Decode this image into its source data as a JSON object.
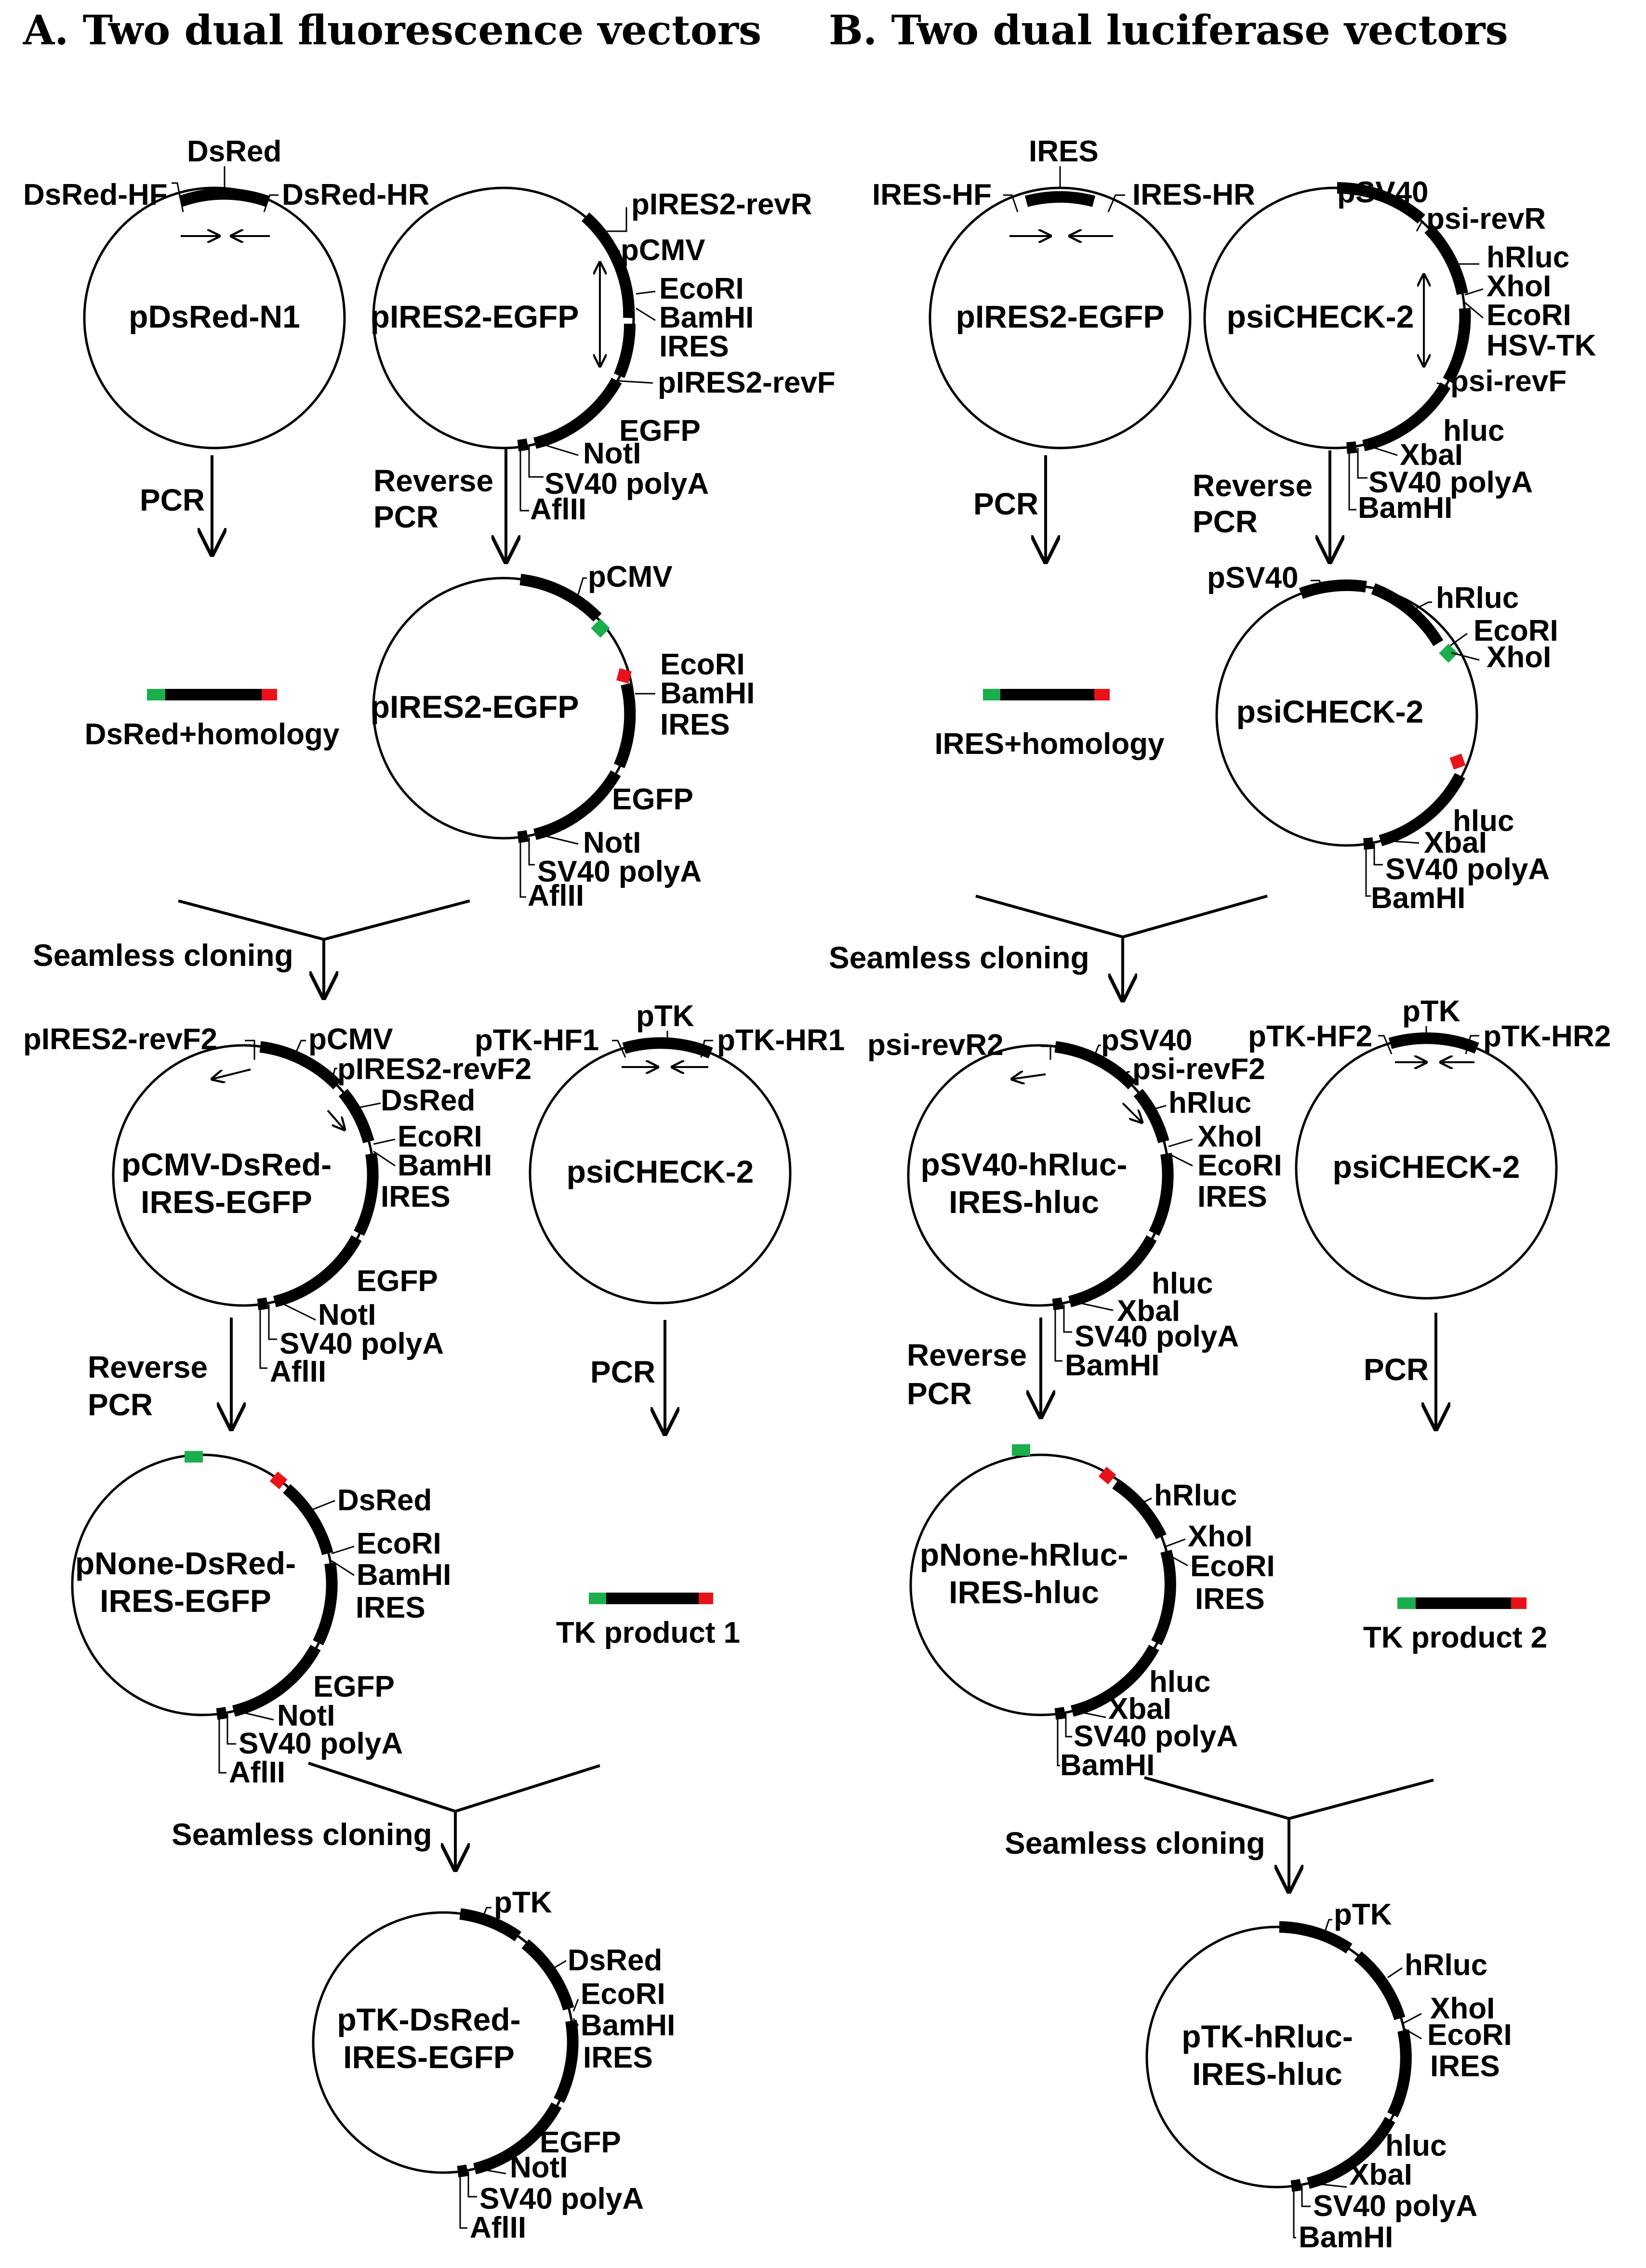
{
  "panels": {
    "a": {
      "title": "A. Two dual fluorescence vectors",
      "p1": {
        "name": "pDsRed-N1",
        "gene": "DsRed",
        "fwd_primer": "DsRed-HF",
        "rev_primer": "DsRed-HR"
      },
      "pcr1": "PCR",
      "product1": "DsRed+homology",
      "p2": {
        "name": "pIRES2-EGFP",
        "rev_primer": "pIRES2-revR",
        "promoter": "pCMV",
        "site1": "EcoRI",
        "site2": "BamHI",
        "ires": "IRES",
        "fwd_primer": "pIRES2-revF",
        "reporter": "EGFP",
        "site3": "NotI",
        "polya": "SV40 polyA",
        "site4": "AflII"
      },
      "rpcr1_a": "Reverse",
      "rpcr1_b": "PCR",
      "p3": {
        "name": "pIRES2-EGFP",
        "promoter": "pCMV",
        "site1": "EcoRI",
        "site2": "BamHI",
        "ires": "IRES",
        "reporter": "EGFP",
        "site3": "NotI",
        "polya": "SV40 polyA",
        "site4": "AflII"
      },
      "seamless1": "Seamless cloning",
      "p4": {
        "name_line1": "pCMV-DsRed-",
        "name_line2": "IRES-EGFP",
        "primer_left": "pIRES2-revF2",
        "promoter": "pCMV",
        "primer_right": "pIRES2-revF2",
        "gene": "DsRed",
        "site1": "EcoRI",
        "site2": "BamHI",
        "ires": "IRES",
        "reporter": "EGFP",
        "site3": "NotI",
        "polya": "SV40 polyA",
        "site4": "AflII"
      },
      "p5": {
        "name": "psiCHECK-2",
        "fwd_primer": "pTK-HF1",
        "promoter": "pTK",
        "rev_primer": "pTK-HR1"
      },
      "rpcr2_a": "Reverse",
      "rpcr2_b": "PCR",
      "pcr2": "PCR",
      "p6": {
        "name_line1": "pNone-DsRed-",
        "name_line2": "IRES-EGFP",
        "gene": "DsRed",
        "site1": "EcoRI",
        "site2": "BamHI",
        "ires": "IRES",
        "reporter": "EGFP",
        "site3": "NotI",
        "polya": "SV40 polyA",
        "site4": "AflII"
      },
      "product2": "TK product 1",
      "seamless2": "Seamless cloning",
      "p7": {
        "name_line1": "pTK-DsRed-",
        "name_line2": "IRES-EGFP",
        "promoter": "pTK",
        "gene": "DsRed",
        "site1": "EcoRI",
        "site2": "BamHI",
        "ires": "IRES",
        "reporter": "EGFP",
        "site3": "NotI",
        "polya": "SV40 polyA",
        "site4": "AflII"
      }
    },
    "b": {
      "title": "B. Two dual luciferase vectors",
      "p1": {
        "name": "pIRES2-EGFP",
        "gene": "IRES",
        "fwd_primer": "IRES-HF",
        "rev_primer": "IRES-HR"
      },
      "pcr1": "PCR",
      "product1": "IRES+homology",
      "p2": {
        "name": "psiCHECK-2",
        "promoter": "pSV40",
        "rev_primer": "psi-revR",
        "gene": "hRluc",
        "site1": "XhoI",
        "site2": "EcoRI",
        "tk": "HSV-TK",
        "fwd_primer": "psi-revF",
        "reporter": "hluc",
        "site3": "XbaI",
        "polya": "SV40 polyA",
        "site4": "BamHI"
      },
      "rpcr1_a": "Reverse",
      "rpcr1_b": "PCR",
      "p3": {
        "name": "psiCHECK-2",
        "promoter": "pSV40",
        "gene": "hRluc",
        "site1": "EcoRI",
        "site2": "XhoI",
        "reporter": "hluc",
        "site3": "XbaI",
        "polya": "SV40 polyA",
        "site4": "BamHI"
      },
      "seamless1": "Seamless cloning",
      "p4": {
        "name_line1": "pSV40-hRluc-",
        "name_line2": "IRES-hluc",
        "primer_left": "psi-revR2",
        "promoter": "pSV40",
        "primer_right": "psi-revF2",
        "gene": "hRluc",
        "site1": "XhoI",
        "site2": "EcoRI",
        "ires": "IRES",
        "reporter": "hluc",
        "site3": "XbaI",
        "polya": "SV40 polyA",
        "site4": "BamHI"
      },
      "p5": {
        "name": "psiCHECK-2",
        "fwd_primer": "pTK-HF2",
        "promoter": "pTK",
        "rev_primer": "pTK-HR2"
      },
      "rpcr2_a": "Reverse",
      "rpcr2_b": "PCR",
      "pcr2": "PCR",
      "p6": {
        "name_line1": "pNone-hRluc-",
        "name_line2": "IRES-hluc",
        "gene": "hRluc",
        "site1": "XhoI",
        "site2": "EcoRI",
        "ires": "IRES",
        "reporter": "hluc",
        "site3": "XbaI",
        "polya": "SV40 polyA",
        "site4": "BamHI"
      },
      "product2": "TK product 2",
      "seamless2": "Seamless cloning",
      "p7": {
        "name_line1": "pTK-hRluc-",
        "name_line2": "IRES-hluc",
        "promoter": "pTK",
        "gene": "hRluc",
        "site1": "XhoI",
        "site2": "EcoRI",
        "ires": "IRES",
        "reporter": "hluc",
        "site3": "XbaI",
        "polya": "SV40 polyA",
        "site4": "BamHI"
      }
    }
  },
  "colors": {
    "homology_left": "#1aae4d",
    "homology_right": "#e8121b"
  }
}
